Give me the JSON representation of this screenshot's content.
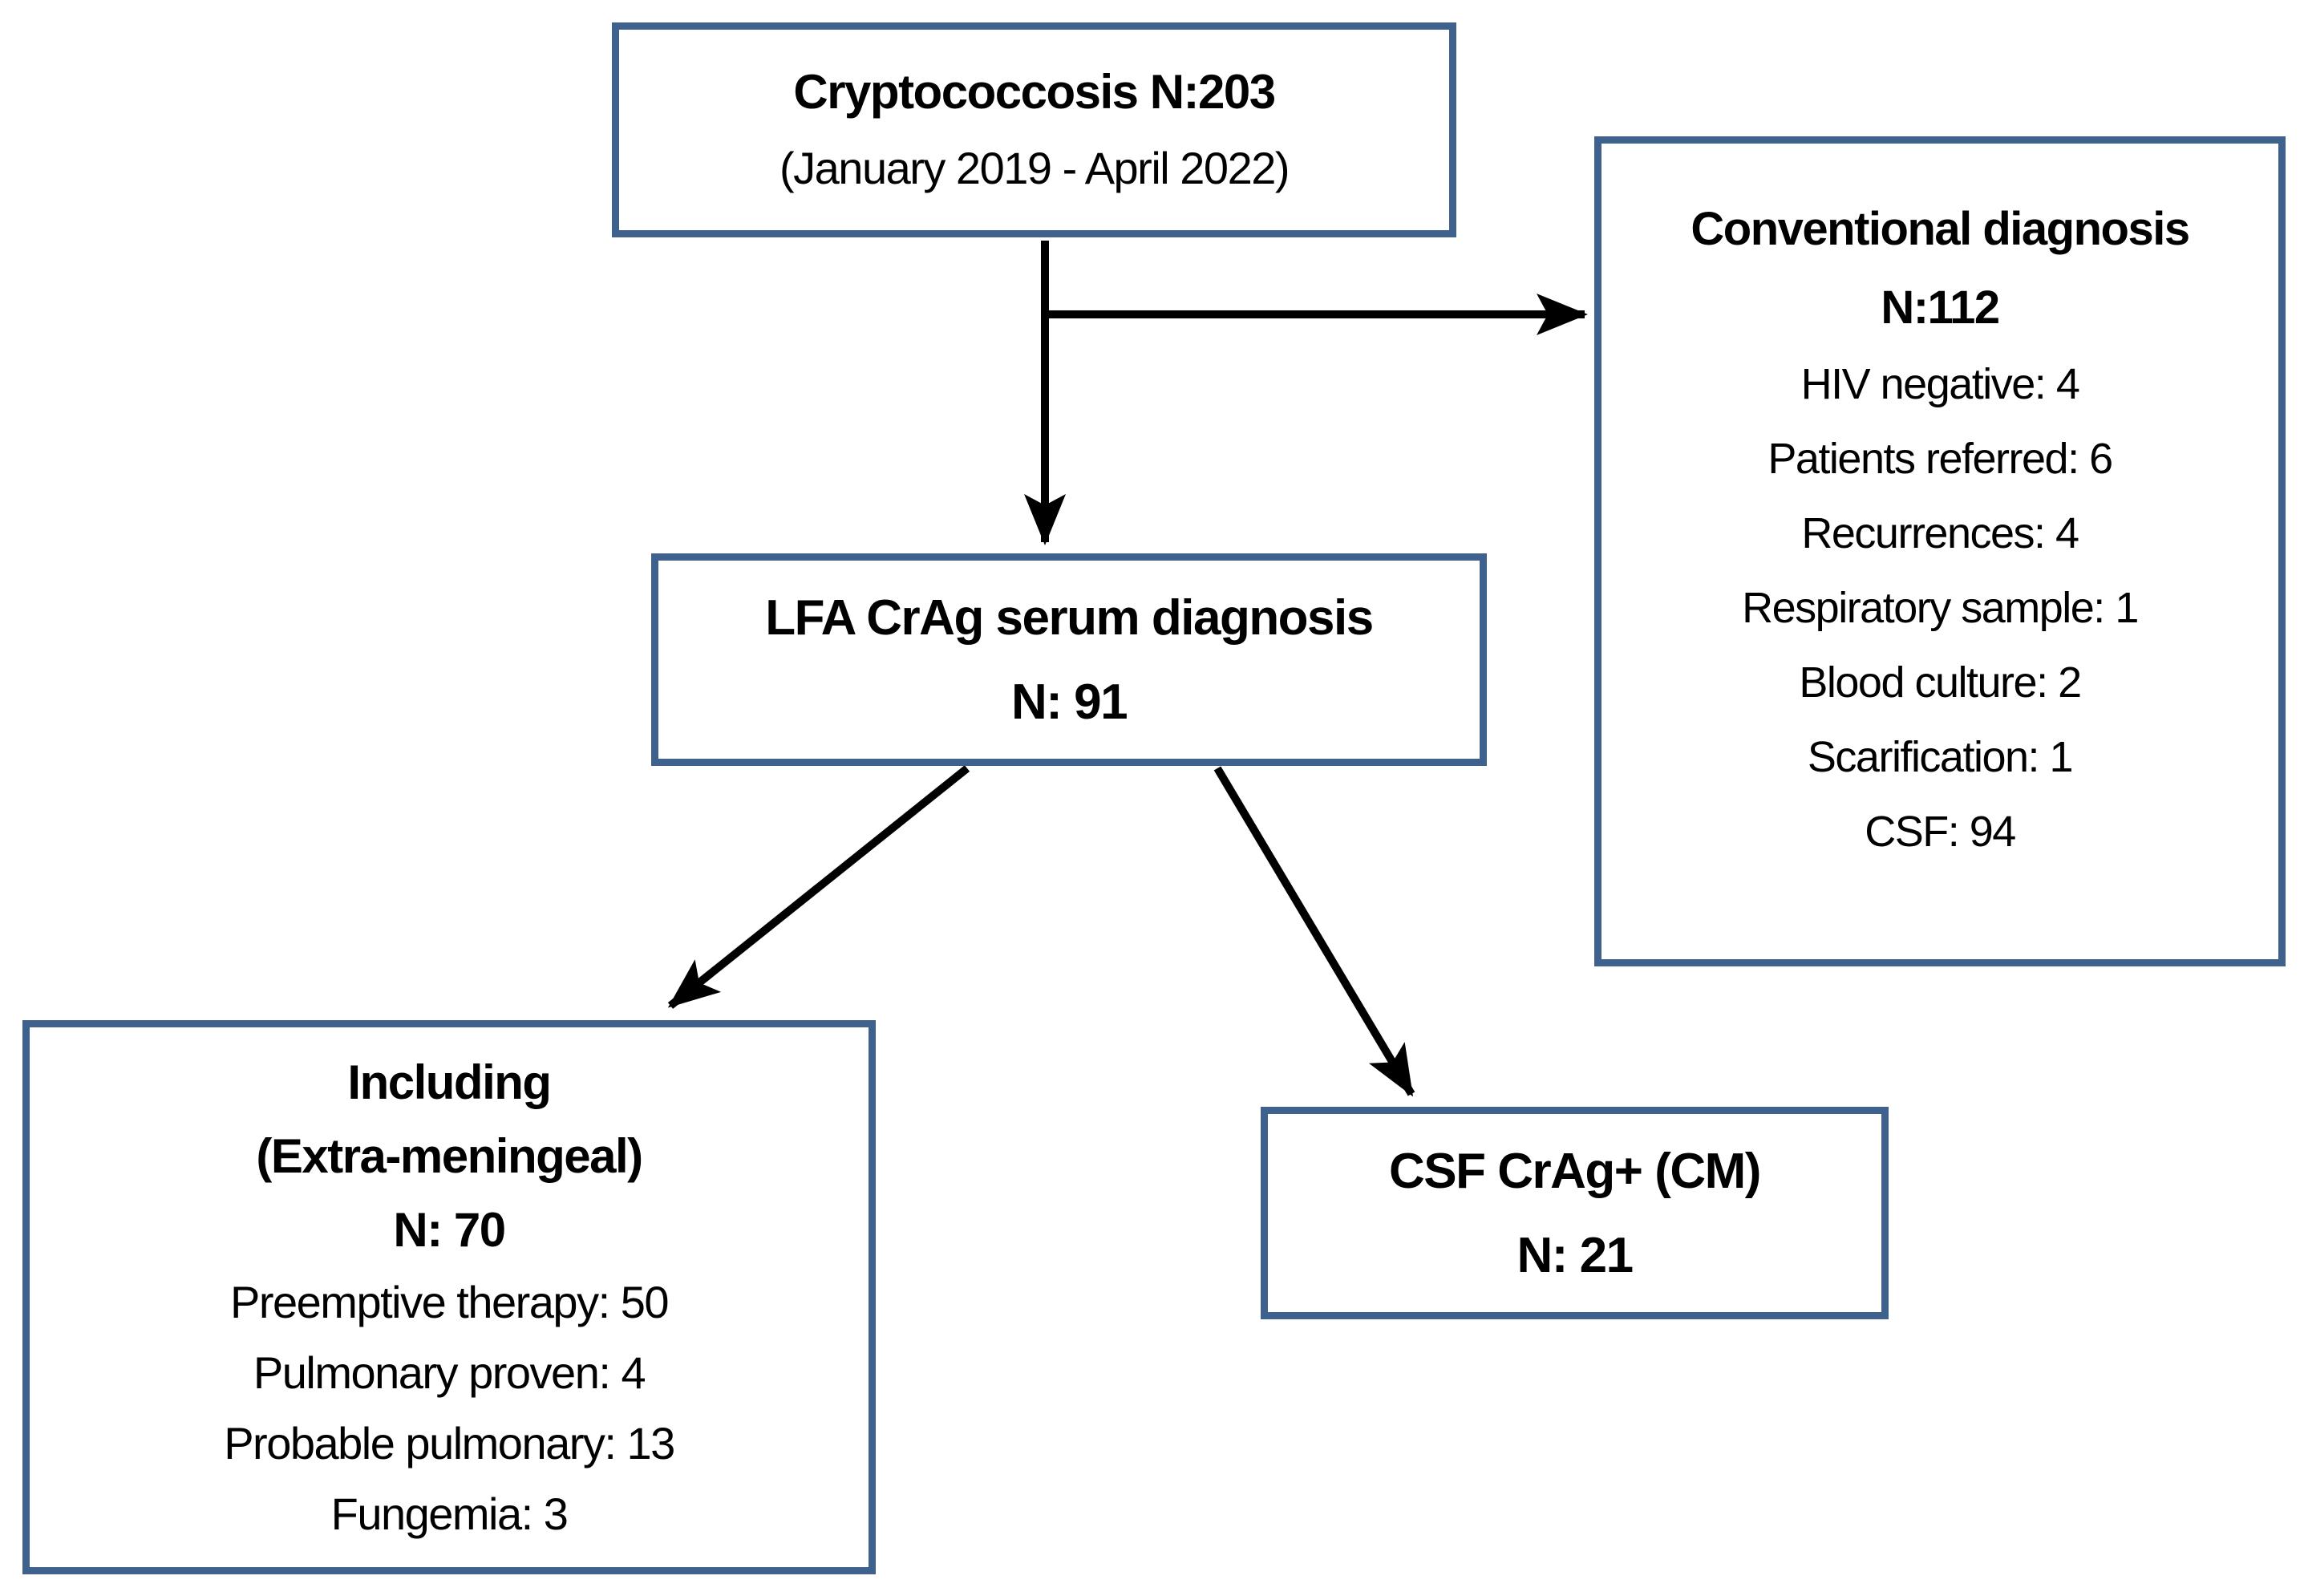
{
  "colors": {
    "border": "#3e618e",
    "arrow": "#000000",
    "text": "#000000",
    "background": "#ffffff"
  },
  "boxes": {
    "cryptococcosis": {
      "title": "Cryptococcosis N:203",
      "subtitle": "(January 2019 - April 2022)"
    },
    "conventional": {
      "title": "Conventional diagnosis",
      "count": "N:112",
      "items": [
        "HIV negative: 4",
        "Patients referred: 6",
        "Recurrences: 4",
        "Respiratory sample: 1",
        "Blood culture: 2",
        "Scarification: 1",
        "CSF: 94"
      ]
    },
    "lfa": {
      "title": "LFA CrAg serum diagnosis",
      "count": "N: 91"
    },
    "including": {
      "title": "Including",
      "subtitle": "(Extra-meningeal)",
      "count": "N: 70",
      "items": [
        "Preemptive therapy: 50",
        "Pulmonary proven: 4",
        "Probable pulmonary: 13",
        "Fungemia: 3"
      ]
    },
    "csf": {
      "title": "CSF CrAg+ (CM)",
      "count": "N: 21"
    }
  }
}
